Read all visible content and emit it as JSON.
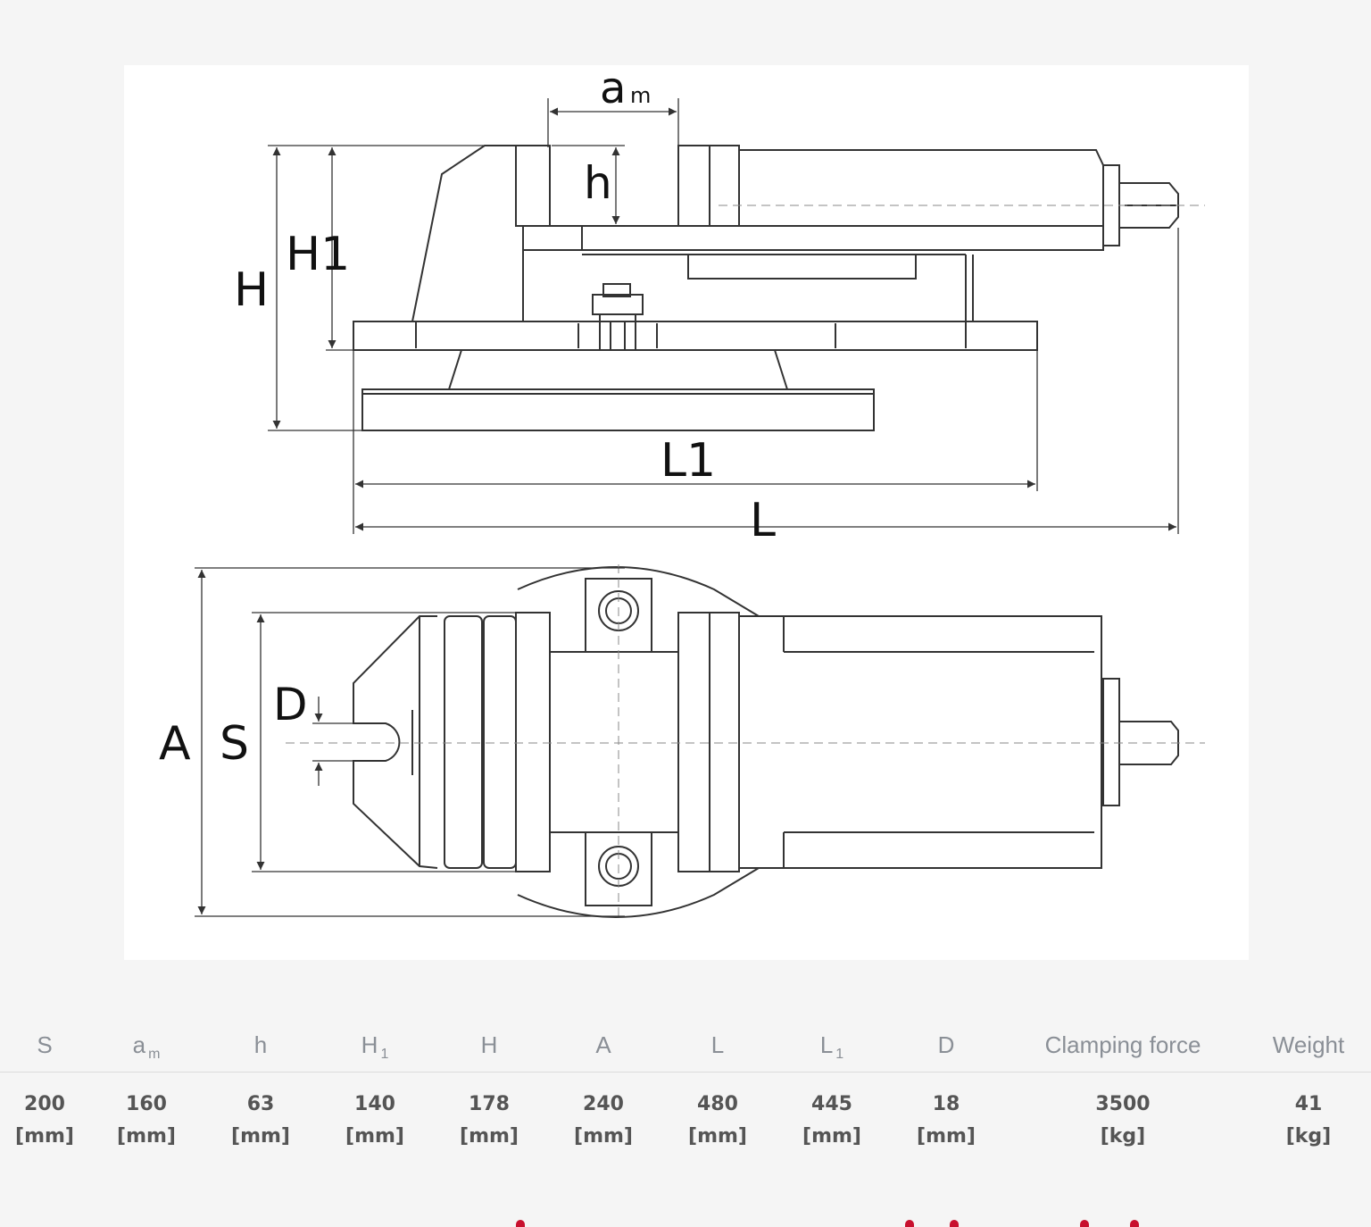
{
  "drawing": {
    "labels": {
      "am_main": "a",
      "am_sub": "m",
      "h": "h",
      "H1": "H1",
      "H": "H",
      "L1": "L1",
      "L": "L",
      "A": "A",
      "S": "S",
      "D": "D"
    }
  },
  "specs": {
    "columns": [
      {
        "main": "S",
        "sub": ""
      },
      {
        "main": "a",
        "sub": "m"
      },
      {
        "main": "h",
        "sub": ""
      },
      {
        "main": "H",
        "sub": "1"
      },
      {
        "main": "H",
        "sub": ""
      },
      {
        "main": "A",
        "sub": ""
      },
      {
        "main": "L",
        "sub": ""
      },
      {
        "main": "L",
        "sub": "1"
      },
      {
        "main": "D",
        "sub": ""
      },
      {
        "main": "Clamping force",
        "sub": ""
      },
      {
        "main": "Weight",
        "sub": ""
      }
    ],
    "values": [
      {
        "value": "200",
        "unit": "[mm]"
      },
      {
        "value": "160",
        "unit": "[mm]"
      },
      {
        "value": "63",
        "unit": "[mm]"
      },
      {
        "value": "140",
        "unit": "[mm]"
      },
      {
        "value": "178",
        "unit": "[mm]"
      },
      {
        "value": "240",
        "unit": "[mm]"
      },
      {
        "value": "480",
        "unit": "[mm]"
      },
      {
        "value": "445",
        "unit": "[mm]"
      },
      {
        "value": "18",
        "unit": "[mm]"
      },
      {
        "value": "3500",
        "unit": "[kg]"
      },
      {
        "value": "41",
        "unit": "[kg]"
      }
    ]
  },
  "accent_color": "#c8102e"
}
